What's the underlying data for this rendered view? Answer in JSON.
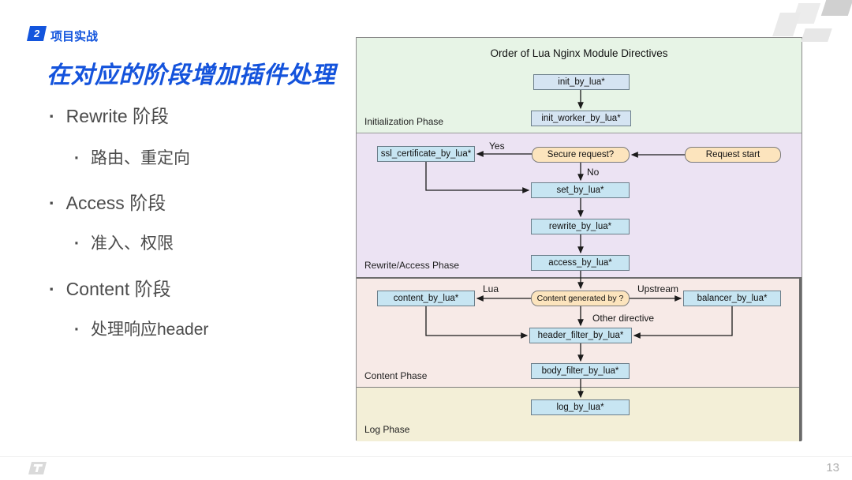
{
  "slide": {
    "page_number": "13",
    "kicker": {
      "badge": "2",
      "label": "项目实战"
    },
    "heading": "在对应的阶段增加插件处理",
    "bullets": [
      {
        "label": "Rewrite 阶段",
        "sub": "路由、重定向"
      },
      {
        "label": "Access 阶段",
        "sub": "准入、权限"
      },
      {
        "label": "Content 阶段",
        "sub": "处理响应header"
      }
    ]
  },
  "diagram": {
    "title": "Order of Lua Nginx Module Directives",
    "phases": [
      {
        "label": "Initialization Phase",
        "color": "#e7f4e6"
      },
      {
        "label": "Rewrite/Access Phase",
        "color": "#ece3f3"
      },
      {
        "label": "Content Phase",
        "color": "#f7eae7"
      },
      {
        "label": "Log Phase",
        "color": "#f3efd7"
      }
    ],
    "nodes": {
      "init_by": "init_by_lua*",
      "init_worker": "init_worker_by_lua*",
      "ssl_certificate": "ssl_certificate_by_lua*",
      "secure_request": "Secure request?",
      "request_start": "Request start",
      "set_by": "set_by_lua*",
      "rewrite_by": "rewrite_by_lua*",
      "access_by": "access_by_lua*",
      "content_by": "content_by_lua*",
      "content_generated": "Content generated by ?",
      "balancer_by": "balancer_by_lua*",
      "header_filter": "header_filter_by_lua*",
      "body_filter": "body_filter_by_lua*",
      "log_by": "log_by_lua*"
    },
    "edge_labels": {
      "yes": "Yes",
      "no": "No",
      "lua": "Lua",
      "upstream": "Upstream",
      "other_directive": "Other directive"
    }
  },
  "colors": {
    "accent_blue": "#1453dc",
    "process_box_fill": "#c7e5f2",
    "init_box_fill": "#d5e4f2",
    "decision_box_fill": "#fce4bd",
    "phase_init": "#e7f4e6",
    "phase_rewrite_access": "#ece3f3",
    "phase_content": "#f7eae7",
    "phase_log": "#f3efd7"
  },
  "icons": {
    "corner_brand": "overlapping-parallelograms-logo",
    "footer_brand": "parallelogram-t-logo"
  }
}
